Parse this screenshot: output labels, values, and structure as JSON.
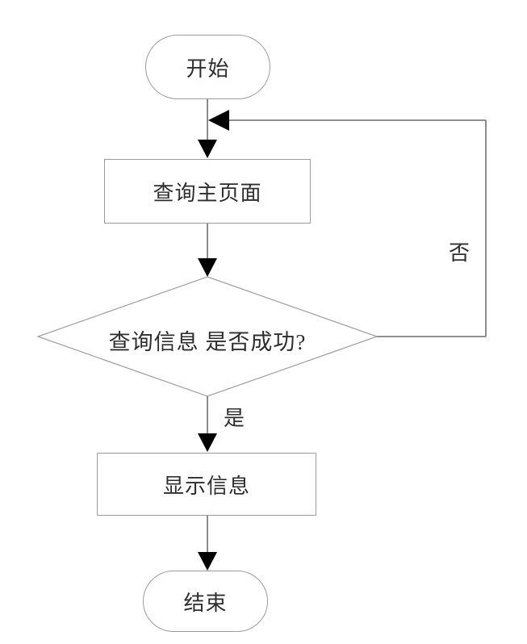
{
  "flowchart": {
    "nodes": {
      "start": {
        "label": "开始",
        "shape": "stadium"
      },
      "process1": {
        "label": "查询主页面",
        "shape": "rectangle"
      },
      "decision": {
        "label": "查询信息 是否成功?",
        "shape": "diamond"
      },
      "process2": {
        "label": "显示信息",
        "shape": "rectangle"
      },
      "end": {
        "label": "结束",
        "shape": "stadium"
      }
    },
    "edges": {
      "yes_label": "是",
      "no_label": "否"
    },
    "colors": {
      "background": "#ffffff",
      "shape_border": "#9c9c9c",
      "connector_line": "#808080",
      "arrowhead": "#000000",
      "text": "#2e2e2e"
    }
  }
}
